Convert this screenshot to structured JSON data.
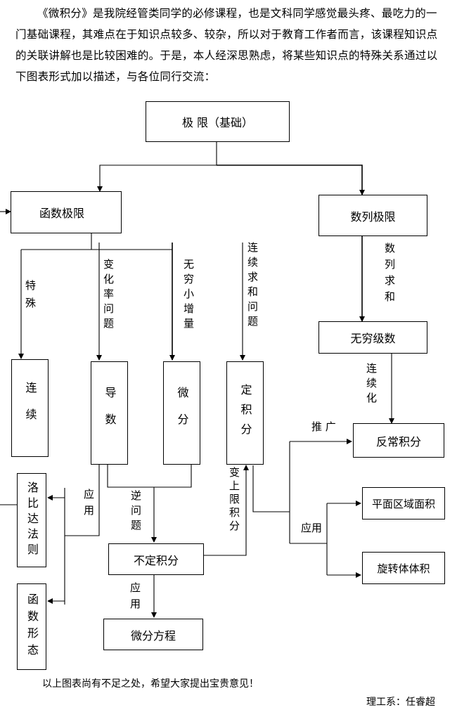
{
  "intro_text": "《微积分》是我院经管类同学的必修课程，也是文科同学感觉最头疼、最吃力的一门基础课程，其难点在于知识点较多、较杂，所以对于教育工作者而言，该课程知识点的关联讲解也是比较困难的。于是，本人经深思熟虑，将某些知识点的特殊关系通过以下图表形式加以描述，与各位同行交流：",
  "boxes": {
    "limit": "极 限（基础）",
    "function_limit": "函数极限",
    "sequence_limit": "数列极限",
    "continuity": "连续",
    "derivative": "导数",
    "differential": "微分",
    "definite_integral": "定积分",
    "infinite_series": "无穷级数",
    "improper_integral": "反常积分",
    "lhopital": "洛比达法则",
    "function_shape": "函数形态",
    "indefinite_integral": "不定积分",
    "differential_equation": "微分方程",
    "plane_area": "平面区域面积",
    "rotation_volume": "旋转体体积"
  },
  "labels": {
    "special": "特殊",
    "rate_of_change": "变化率问题",
    "infinitesimal": "无穷小增量",
    "continuous_sum": "连续求和问题",
    "sequence_sum": "数列求和",
    "continuization": "连续化",
    "generalize": "推 广",
    "application_1": "应用",
    "inverse_problem": "逆问题",
    "variable_upper_limit": "变上限积分",
    "application_2": "应用",
    "application_3": "应用"
  },
  "footer": {
    "note": "以上图表尚有不足之处，希望大家提出宝贵意见！",
    "author": "理工系：任睿超"
  }
}
